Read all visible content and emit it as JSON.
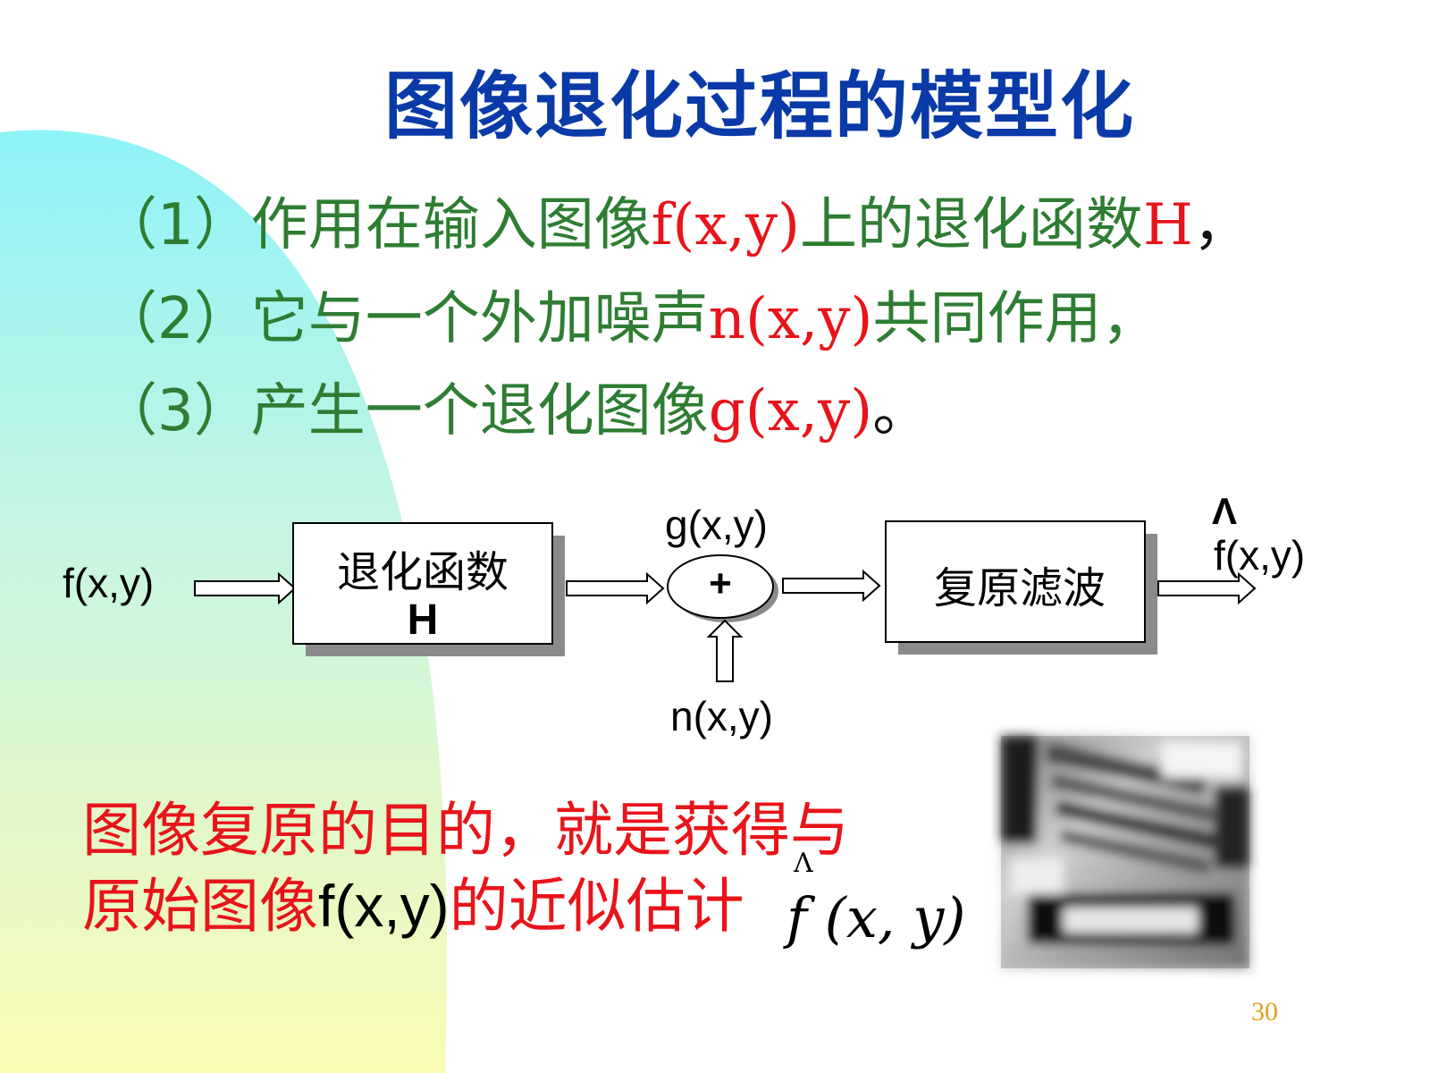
{
  "slide": {
    "title": "图像退化过程的模型化",
    "page_number": "30"
  },
  "points": [
    {
      "num": "（1）",
      "pre": "作用在输入图像",
      "expr": "f(x,y)",
      "post": "上的退化函数",
      "expr2": "H",
      "end": "，"
    },
    {
      "num": "（2）",
      "pre": "它与一个外加噪声",
      "expr": "n(x,y)",
      "post": "共同作用，"
    },
    {
      "num": "（3）",
      "pre": "产生一个退化图像",
      "expr": "g(x,y)",
      "post": "。"
    }
  ],
  "diagram": {
    "input_label": "f(x,y)",
    "degrade_box_line1": "退化函数",
    "degrade_box_line2": "H",
    "sum_output_label": "g(x,y)",
    "sum_symbol": "+",
    "noise_label": "n(x,y)",
    "restore_box_label": "复原滤波",
    "output_hat": "Λ",
    "output_label": "f(x,y)"
  },
  "conclusion": {
    "line1": "图像复原的目的，就是获得与",
    "line2_pre": "原始图像",
    "line2_expr": "f(x,y)",
    "line2_post": "的近似估计",
    "estimate_hat": "Λ",
    "estimate_expr": "f (x, y)"
  },
  "colors": {
    "title": "#0a3aa8",
    "green_text": "#2e7d32",
    "red_text": "#e8141a",
    "page_number": "#e0a020"
  },
  "blurred_image": {
    "icon": "blurred-photo"
  }
}
